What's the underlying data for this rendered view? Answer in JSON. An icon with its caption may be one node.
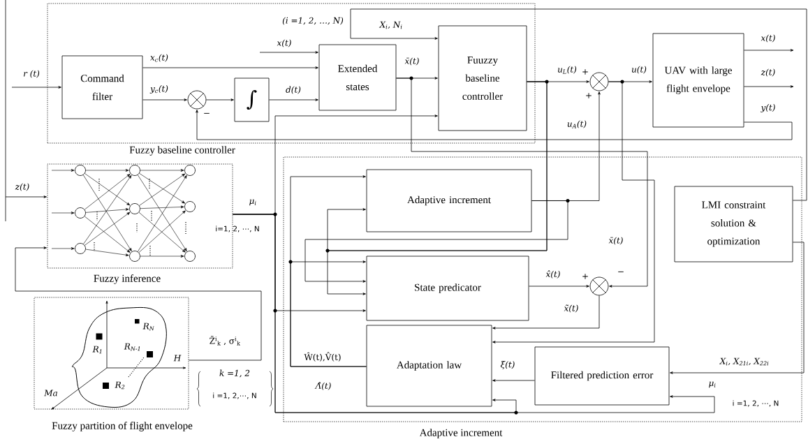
{
  "diagram": {
    "nodes": [
      {
        "text": [
          "Fuzzy baseline controller"
        ]
      },
      {
        "text": [
          "Command filter"
        ],
        "in": 0
      },
      {
        "text": [],
        "shape": "circle",
        "in": 0
      },
      {
        "text": [
          "∫"
        ],
        "in": 0
      },
      {
        "text": [
          "Extended states"
        ],
        "in": 0
      },
      {
        "text": [
          "Fuuzzy baseline controller"
        ],
        "in": 0
      },
      {
        "text": [],
        "shape": "circle"
      },
      {
        "text": [
          "UAV with large flight envelope"
        ]
      },
      {
        "text": [
          "Fuzzy inference"
        ]
      },
      {
        "text": [],
        "shape": "circle",
        "in": 8
      },
      {
        "text": [],
        "shape": "circle",
        "in": 8
      },
      {
        "text": [],
        "shape": "circle",
        "in": 8
      },
      {
        "text": [],
        "shape": "circle",
        "in": 8
      },
      {
        "text": [],
        "shape": "circle",
        "in": 8
      },
      {
        "text": [],
        "shape": "circle",
        "in": 8
      },
      {
        "text": [],
        "shape": "circle",
        "in": 8
      },
      {
        "text": [],
        "shape": "circle",
        "in": 8
      },
      {
        "text": [],
        "shape": "circle",
        "in": 8
      },
      {
        "text": [
          "Fuzzy partition of flight envelope"
        ]
      },
      {
        "text": [
          "Adaptive increment"
        ]
      },
      {
        "text": [
          "Adaptive increment"
        ],
        "in": 19
      },
      {
        "text": [
          "State predicator"
        ],
        "in": 19
      },
      {
        "text": [],
        "shape": "circle",
        "in": 19
      },
      {
        "text": [
          "Adaptation law"
        ],
        "in": 19
      },
      {
        "text": [
          "Filtered prediction error"
        ],
        "in": 19
      },
      {
        "text": [
          "LMI constraint solution & optimization"
        ],
        "in": 19
      }
    ],
    "edges": [
      {
        "from": null,
        "to": 1,
        "arrow": "to",
        "label": "r (t)"
      },
      {
        "from": 1,
        "to": 4,
        "arrow": "to",
        "label": "x$_{c}$(t)"
      },
      {
        "from": 1,
        "to": 2,
        "arrow": "to",
        "label": "y$_{c}$(t)"
      },
      {
        "from": 2,
        "to": 3,
        "arrow": "to"
      },
      {
        "from": 3,
        "to": 4,
        "arrow": "to",
        "label": "d(t)"
      },
      {
        "from": null,
        "to": 4,
        "arrow": "to",
        "label": "x(t)"
      },
      {
        "from": 4,
        "to": 5,
        "arrow": "to",
        "label": "x̄(t)"
      },
      {
        "from": 25,
        "to": 5,
        "arrow": "to",
        "label": "X$_{i}$, N$_{i}$"
      },
      {
        "from": 8,
        "to": 5,
        "arrow": "to",
        "label": "μ$_{i}$"
      },
      {
        "from": 5,
        "to": 6,
        "arrow": "to",
        "label": "u$_{L}$(t)"
      },
      {
        "from": 6,
        "to": 7,
        "arrow": "to",
        "label": "u(t)"
      },
      {
        "from": 7,
        "to": null,
        "arrow": "to",
        "label": "x(t)"
      },
      {
        "from": 7,
        "to": null,
        "arrow": "to",
        "label": "z(t)"
      },
      {
        "from": 7,
        "to": 2,
        "arrow": "to",
        "label": "y(t)"
      },
      {
        "from": null,
        "to": 8,
        "arrow": "to",
        "label": "z(t)"
      },
      {
        "from": 18,
        "to": 8,
        "arrow": "to",
        "label": "Z̄$^{i}$$_{k}$ , σ$^{i}$$_{k}$"
      },
      {
        "from": null,
        "to": 9,
        "arrow": "to"
      },
      {
        "from": null,
        "to": 10,
        "arrow": "to"
      },
      {
        "from": null,
        "to": 11,
        "arrow": "to"
      },
      {
        "from": 9,
        "to": 12,
        "arrow": "to"
      },
      {
        "from": 9,
        "to": 13,
        "arrow": "to"
      },
      {
        "from": 9,
        "to": 14,
        "arrow": "to"
      },
      {
        "from": 10,
        "to": 12,
        "arrow": "to"
      },
      {
        "from": 10,
        "to": 13,
        "arrow": "to"
      },
      {
        "from": 10,
        "to": 14,
        "arrow": "to"
      },
      {
        "from": 11,
        "to": 12,
        "arrow": "to"
      },
      {
        "from": 11,
        "to": 13,
        "arrow": "to"
      },
      {
        "from": 11,
        "to": 14,
        "arrow": "to"
      },
      {
        "from": 12,
        "to": 15,
        "arrow": "to"
      },
      {
        "from": 12,
        "to": 16,
        "arrow": "to"
      },
      {
        "from": 12,
        "to": 17,
        "arrow": "to"
      },
      {
        "from": 13,
        "to": 15,
        "arrow": "to"
      },
      {
        "from": 13,
        "to": 16,
        "arrow": "to"
      },
      {
        "from": 13,
        "to": 17,
        "arrow": "to"
      },
      {
        "from": 14,
        "to": 15,
        "arrow": "to"
      },
      {
        "from": 14,
        "to": 16,
        "arrow": "to"
      },
      {
        "from": 14,
        "to": 17,
        "arrow": "to"
      },
      {
        "from": 8,
        "to": 21,
        "arrow": "to"
      },
      {
        "from": 8,
        "to": 23,
        "arrow": "to"
      },
      {
        "from": 8,
        "to": 24,
        "arrow": "to",
        "label": "μ$_{i}$"
      },
      {
        "from": 5,
        "to": 20,
        "arrow": "to"
      },
      {
        "from": 5,
        "to": 21,
        "arrow": "to"
      },
      {
        "from": 20,
        "to": 6,
        "arrow": "to",
        "label": "u$_{A}$(t)"
      },
      {
        "from": 20,
        "to": 21,
        "arrow": "to"
      },
      {
        "from": 6,
        "to": 23,
        "arrow": "to"
      },
      {
        "from": 4,
        "to": 22,
        "arrow": "to",
        "label": "x̄(t)"
      },
      {
        "from": 21,
        "to": 22,
        "arrow": "to",
        "label": "x̂(t)"
      },
      {
        "from": 22,
        "to": 23,
        "arrow": "to",
        "label": "x̃(t)"
      },
      {
        "from": 24,
        "to": 23,
        "arrow": "to",
        "label": "ξ(t)"
      },
      {
        "from": 23,
        "to": 20,
        "arrow": "to",
        "label": "Ŵ(t),V̂(t)"
      },
      {
        "from": 23,
        "to": 21,
        "arrow": "to"
      },
      {
        "from": 25,
        "to": 24,
        "arrow": "to",
        "label": "X$_{i}$, X$_{21i}$, X$_{22i}$"
      }
    ],
    "labels": [
      "(i =1, 2, …, N)",
      "−",
      "+",
      "+",
      "i=1, 2, ⋯, N",
      "R$_{N}$",
      "R$_{1}$",
      "R$_{N-1}$",
      "H",
      "R$_{2}$",
      "Ma",
      "k =1, 2",
      "i =1, 2,⋯, N",
      "+",
      "−",
      "Λ̂(t)",
      "i =1, 2, ⋯, N"
    ]
  }
}
